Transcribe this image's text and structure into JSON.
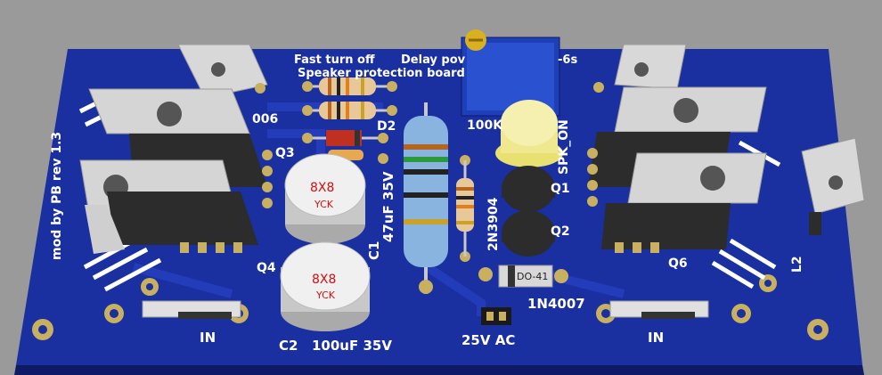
{
  "colors": {
    "background": "#9a9a9a",
    "board": "#1a2fa0",
    "board_dark": "#122277",
    "silkscreen": "#ffffff",
    "pad": "#c8b060",
    "heatsink": "#d0d0d0",
    "transistor": "#2a2a2a"
  },
  "silkscreen": {
    "title_line1": "Fast turn off",
    "title_delay": "Delay pov",
    "title_delay_suffix": "-6s",
    "title_line2": "Speaker protection board",
    "credit": "mod by PB rev 1.3",
    "q3": "Q3",
    "q4": "Q4",
    "q6": "Q6",
    "q1": "Q1",
    "q2": "Q2",
    "d2": "D2",
    "d_partial": "006",
    "c1": "C1",
    "c1_value": "47uF 35V",
    "c2": "C2",
    "c2_value": "100uF 35V",
    "trimmer": "100K",
    "led": "SPK_ON",
    "transistor_type": "2N3904",
    "diode": "1N4007",
    "diode_package": "DO-41",
    "connector": "25V  AC",
    "in_left": "IN",
    "in_right": "IN",
    "l2": "L2"
  },
  "capacitors": {
    "c1_marking": "8X8",
    "c1_brand": "YCK",
    "c2_marking": "8X8",
    "c2_brand": "YCK"
  }
}
